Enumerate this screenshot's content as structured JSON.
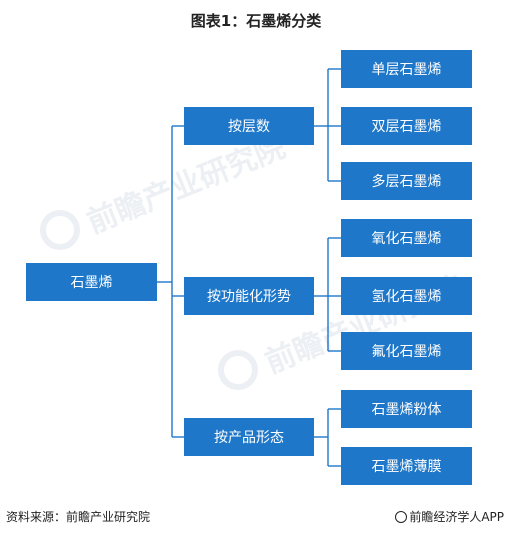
{
  "title": "图表1：石墨烯分类",
  "root": "石墨烯",
  "categories": [
    {
      "label": "按层数",
      "items": [
        "单层石墨烯",
        "双层石墨烯",
        "多层石墨烯"
      ]
    },
    {
      "label": "按功能化形势",
      "items": [
        "氧化石墨烯",
        "氢化石墨烯",
        "氟化石墨烯"
      ]
    },
    {
      "label": "按产品形态",
      "items": [
        "石墨烯粉体",
        "石墨烯薄膜"
      ]
    }
  ],
  "watermark": "前瞻产业研究院",
  "footer": {
    "source": "资料来源：前瞻产业研究院",
    "brand": "前瞻经济学人APP"
  },
  "colors": {
    "box": "#1e77c9",
    "line": "#1e77c9"
  }
}
